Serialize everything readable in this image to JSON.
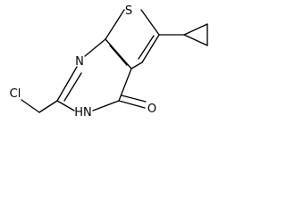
{
  "molecule": {
    "atoms": {
      "sulfur": "S",
      "n1": "N",
      "n3": "NH_HN",
      "n3_text": "HN",
      "oxygen": "O",
      "chlorine": "Cl"
    }
  }
}
